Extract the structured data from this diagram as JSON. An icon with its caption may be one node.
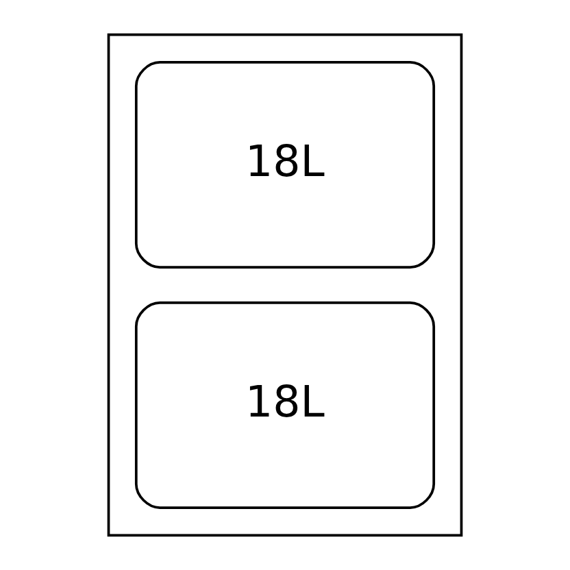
{
  "diagram": {
    "nodes": [
      {
        "text": [],
        "shape": "box"
      },
      {
        "text": [
          "18L"
        ],
        "in": 0
      },
      {
        "text": [
          "18L"
        ],
        "in": 0
      }
    ]
  }
}
